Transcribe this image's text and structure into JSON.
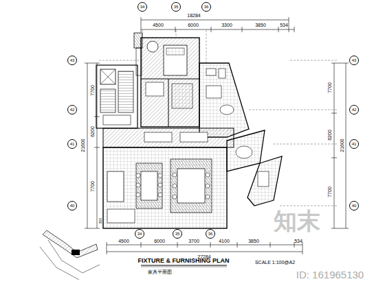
{
  "diagram": {
    "title": "FIXTURE & FURNISHING PLAN",
    "nodes": [
      {
        "text": [
          "34"
        ]
      },
      {
        "text": [
          "35"
        ]
      },
      {
        "text": [
          "36"
        ]
      },
      {
        "text": [
          "43"
        ]
      },
      {
        "text": [
          "42"
        ]
      },
      {
        "text": [
          "41"
        ]
      },
      {
        "text": [
          "40"
        ]
      },
      {
        "text": [
          "43"
        ]
      },
      {
        "text": [
          "42"
        ]
      },
      {
        "text": [
          "41"
        ]
      },
      {
        "text": [
          "40"
        ]
      },
      {
        "text": [
          "34"
        ]
      },
      {
        "text": [
          "35"
        ]
      },
      {
        "text": [
          "36"
        ]
      }
    ],
    "labels": [
      "18284",
      "4500",
      "6000",
      "3300",
      "3850",
      "534",
      "7700",
      "6200",
      "7700",
      "21600",
      "7700",
      "6200",
      "7700",
      "21600",
      "4500",
      "6000",
      "3700",
      "4100",
      "3850",
      "534",
      "27284",
      "300",
      "SCALE 1:100@A2",
      "家具平面图",
      "知末",
      "ID: 161965130"
    ]
  }
}
